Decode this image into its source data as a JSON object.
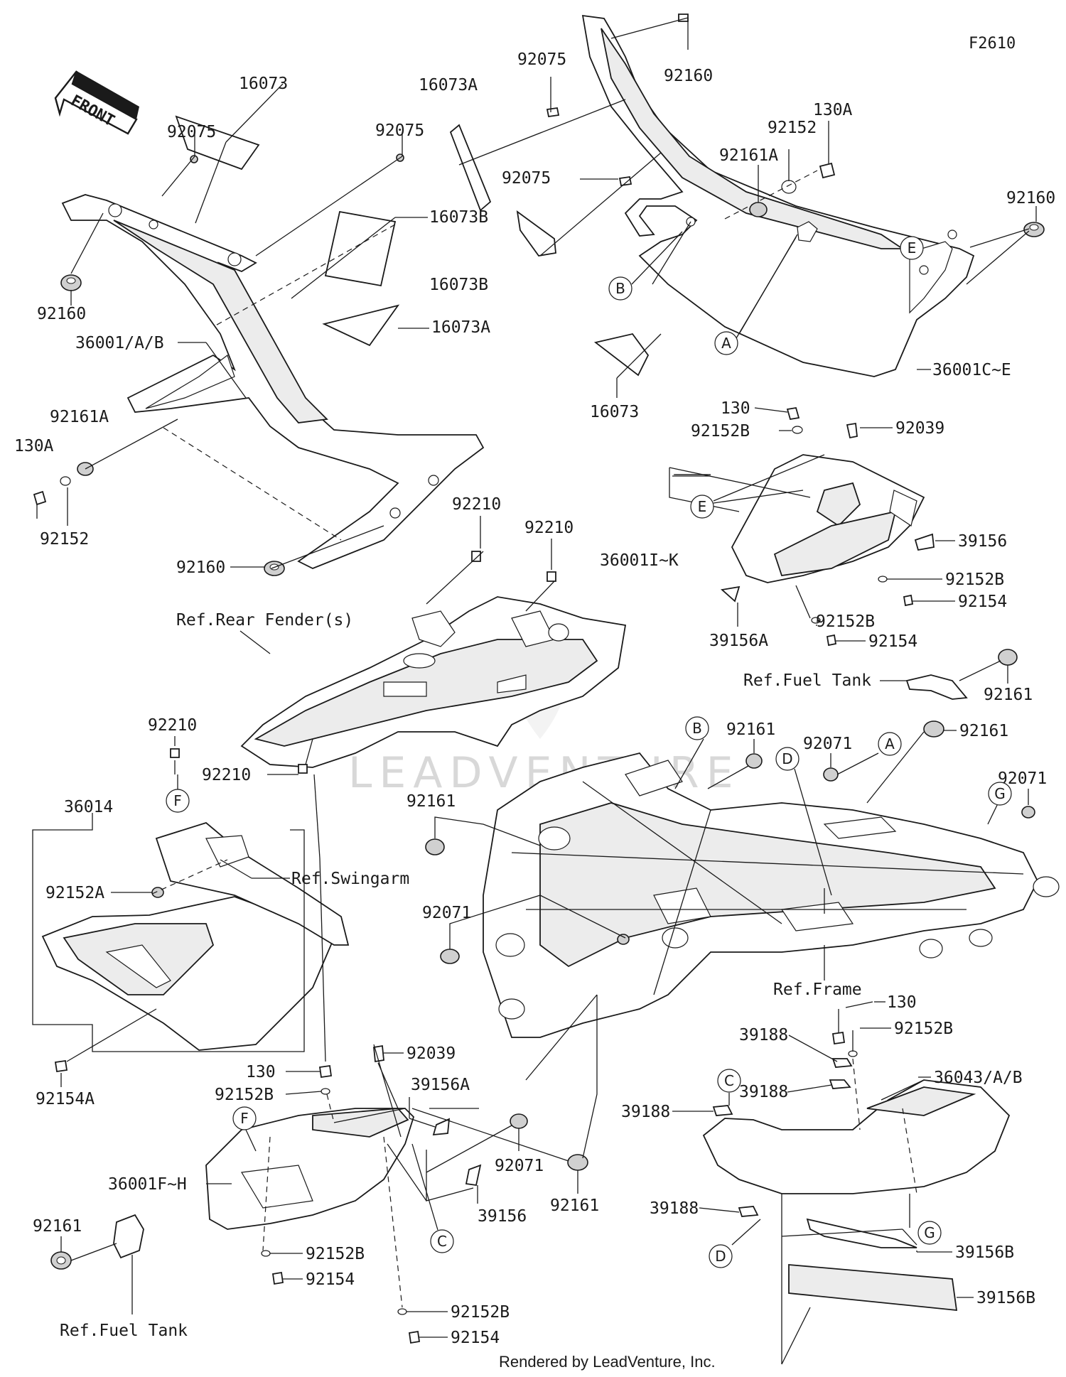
{
  "diagram_code": "F2610",
  "front_label": "FRONT",
  "watermark": "LEADVENTURE",
  "footer": "Rendered by LeadVenture, Inc.",
  "refs": {
    "rear_fender": "Ref.Rear Fender(s)",
    "fuel_tank_top": "Ref.Fuel Tank",
    "swingarm": "Ref.Swingarm",
    "frame": "Ref.Frame",
    "fuel_tank_bottom": "Ref.Fuel Tank"
  },
  "circles": {
    "A": "A",
    "B": "B",
    "C": "C",
    "D": "D",
    "E": "E",
    "F": "F",
    "G": "G"
  },
  "labels": {
    "l16073_a": "16073",
    "l92075_a": "92075",
    "l92075_b": "92075",
    "l16073A_a": "16073A",
    "l92075_c": "92075",
    "l92160_a": "92160",
    "l92075_d": "92075",
    "l130A_a": "130A",
    "l92152_a": "92152",
    "l92161A_a": "92161A",
    "l92160_b": "92160",
    "l16073B_a": "16073B",
    "l16073B_b": "16073B",
    "l16073A_b": "16073A",
    "l92160_c": "92160",
    "l36001AB": "36001/A/B",
    "l36001CE": "36001C~E",
    "l16073_b": "16073",
    "l92161A_b": "92161A",
    "l130A_b": "130A",
    "l92152_b": "92152",
    "l92160_d": "92160",
    "l130_a": "130",
    "l92152B_a": "92152B",
    "l92039_a": "92039",
    "l39156_a": "39156",
    "l36001IK": "36001I~K",
    "l92152B_b": "92152B",
    "l92154_a": "92154",
    "l92152B_c": "92152B",
    "l92154_b": "92154",
    "l39156A_a": "39156A",
    "l92161_a": "92161",
    "l92210_a": "92210",
    "l92210_b": "92210",
    "l92210_c": "92210",
    "l92210_d": "92210",
    "l92161_b": "92161",
    "l92071_a": "92071",
    "l92161_c": "92161",
    "l92071_b": "92071",
    "l92161_d": "92161",
    "l36014": "36014",
    "l92152A": "92152A",
    "l92071_c": "92071",
    "l92154A": "92154A",
    "l130_b": "130",
    "l92152B_d": "92152B",
    "l39188_a": "39188",
    "l36043AB": "36043/A/B",
    "l39188_b": "39188",
    "l39188_c": "39188",
    "l92039_b": "92039",
    "l130_c": "130",
    "l92152B_e": "92152B",
    "l39156A_b": "39156A",
    "l36001FH": "36001F~H",
    "l92071_d": "92071",
    "l92161_e": "92161",
    "l39156_b": "39156",
    "l39188_d": "39188",
    "l39156B_a": "39156B",
    "l92161_f": "92161",
    "l92152B_f": "92152B",
    "l92154_c": "92154",
    "l92152B_g": "92152B",
    "l92154_d": "92154",
    "l39156B_b": "39156B"
  }
}
